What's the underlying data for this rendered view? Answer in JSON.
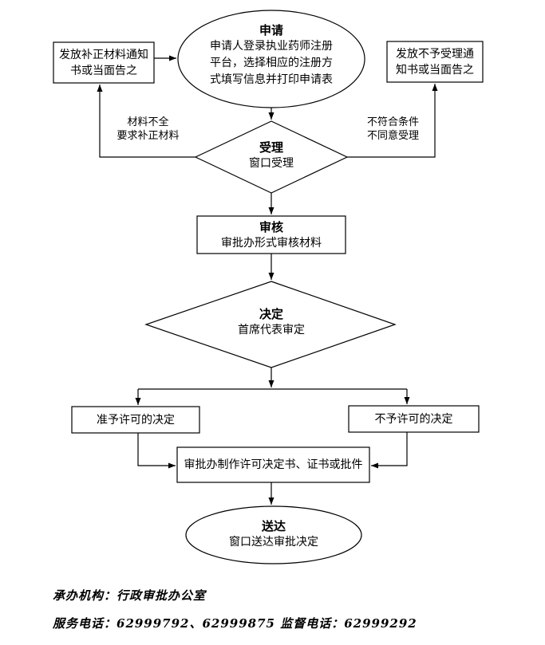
{
  "page": {
    "background_color": "#ffffff",
    "line_color": "#000000"
  },
  "nodes": {
    "apply": {
      "title": "申请",
      "body_lines": [
        "申请人登录执业药师注册",
        "平台，选择相应的注册方",
        "式填写信息并打印申请表"
      ]
    },
    "notice_correction": {
      "lines": [
        "发放补正材料通知",
        "书或当面告之"
      ]
    },
    "notice_rejection": {
      "lines": [
        "发放不予受理通",
        "知书或当面告之"
      ]
    },
    "accept": {
      "title": "受理",
      "subtitle": "窗口受理"
    },
    "review": {
      "title": "审核",
      "subtitle": "审批办形式审核材料"
    },
    "decision": {
      "title": "决定",
      "subtitle": "首席代表审定"
    },
    "grant": {
      "label": "准予许可的决定"
    },
    "deny": {
      "label": "不予许可的决定"
    },
    "produce": {
      "label": "审批办制作许可决定书、证书或批件"
    },
    "deliver": {
      "title": "送达",
      "subtitle": "窗口送达审批决定"
    }
  },
  "edge_labels": {
    "incomplete": {
      "lines": [
        "材料不全",
        "要求补正材料"
      ]
    },
    "not_qualified": {
      "lines": [
        "不符合条件",
        "不同意受理"
      ]
    }
  },
  "footer": {
    "agency": "承办机构：行政审批办公室",
    "phones": "服务电话：62999792、62999875 监督电话：62999292"
  }
}
